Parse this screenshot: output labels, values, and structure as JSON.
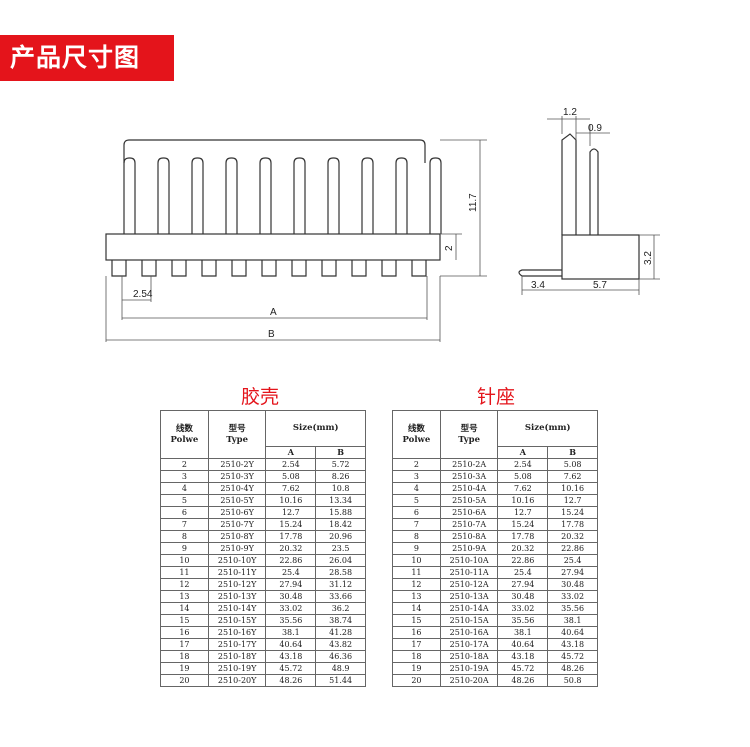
{
  "banner": {
    "title": "产品尺寸图"
  },
  "drawing": {
    "dim_pitch": "2.54",
    "dim_A": "A",
    "dim_B": "B",
    "dim_height": "11.7",
    "dim_base": "2",
    "dim_top_w1": "1.2",
    "dim_top_w2": "0.9",
    "dim_side_h": "3.2",
    "dim_side_b1": "3.4",
    "dim_side_b2": "5.7"
  },
  "housing": {
    "title": "胶壳",
    "headers": {
      "polwe": "线数\nPolwe",
      "type": "型号\nType",
      "size": "Size(mm)",
      "a": "A",
      "b": "B"
    },
    "rows": [
      [
        "2",
        "2510-2Y",
        "2.54",
        "5.72"
      ],
      [
        "3",
        "2510-3Y",
        "5.08",
        "8.26"
      ],
      [
        "4",
        "2510-4Y",
        "7.62",
        "10.8"
      ],
      [
        "5",
        "2510-5Y",
        "10.16",
        "13.34"
      ],
      [
        "6",
        "2510-6Y",
        "12.7",
        "15.88"
      ],
      [
        "7",
        "2510-7Y",
        "15.24",
        "18.42"
      ],
      [
        "8",
        "2510-8Y",
        "17.78",
        "20.96"
      ],
      [
        "9",
        "2510-9Y",
        "20.32",
        "23.5"
      ],
      [
        "10",
        "2510-10Y",
        "22.86",
        "26.04"
      ],
      [
        "11",
        "2510-11Y",
        "25.4",
        "28.58"
      ],
      [
        "12",
        "2510-12Y",
        "27.94",
        "31.12"
      ],
      [
        "13",
        "2510-13Y",
        "30.48",
        "33.66"
      ],
      [
        "14",
        "2510-14Y",
        "33.02",
        "36.2"
      ],
      [
        "15",
        "2510-15Y",
        "35.56",
        "38.74"
      ],
      [
        "16",
        "2510-16Y",
        "38.1",
        "41.28"
      ],
      [
        "17",
        "2510-17Y",
        "40.64",
        "43.82"
      ],
      [
        "18",
        "2510-18Y",
        "43.18",
        "46.36"
      ],
      [
        "19",
        "2510-19Y",
        "45.72",
        "48.9"
      ],
      [
        "20",
        "2510-20Y",
        "48.26",
        "51.44"
      ]
    ]
  },
  "header_pin": {
    "title": "针座",
    "headers": {
      "polwe": "线数\nPolwe",
      "type": "型号\nType",
      "size": "Size(mm)",
      "a": "A",
      "b": "B"
    },
    "rows": [
      [
        "2",
        "2510-2A",
        "2.54",
        "5.08"
      ],
      [
        "3",
        "2510-3A",
        "5.08",
        "7.62"
      ],
      [
        "4",
        "2510-4A",
        "7.62",
        "10.16"
      ],
      [
        "5",
        "2510-5A",
        "10.16",
        "12.7"
      ],
      [
        "6",
        "2510-6A",
        "12.7",
        "15.24"
      ],
      [
        "7",
        "2510-7A",
        "15.24",
        "17.78"
      ],
      [
        "8",
        "2510-8A",
        "17.78",
        "20.32"
      ],
      [
        "9",
        "2510-9A",
        "20.32",
        "22.86"
      ],
      [
        "10",
        "2510-10A",
        "22.86",
        "25.4"
      ],
      [
        "11",
        "2510-11A",
        "25.4",
        "27.94"
      ],
      [
        "12",
        "2510-12A",
        "27.94",
        "30.48"
      ],
      [
        "13",
        "2510-13A",
        "30.48",
        "33.02"
      ],
      [
        "14",
        "2510-14A",
        "33.02",
        "35.56"
      ],
      [
        "15",
        "2510-15A",
        "35.56",
        "38.1"
      ],
      [
        "16",
        "2510-16A",
        "38.1",
        "40.64"
      ],
      [
        "17",
        "2510-17A",
        "40.64",
        "43.18"
      ],
      [
        "18",
        "2510-18A",
        "43.18",
        "45.72"
      ],
      [
        "19",
        "2510-19A",
        "45.72",
        "48.26"
      ],
      [
        "20",
        "2510-20A",
        "48.26",
        "50.8"
      ]
    ]
  }
}
